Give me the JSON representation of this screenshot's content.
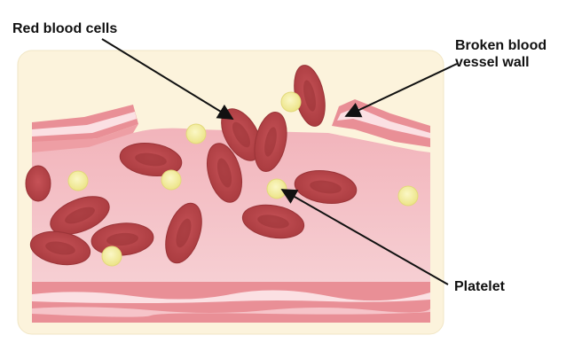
{
  "labels": {
    "red_blood_cells": "Red blood cells",
    "broken_wall_line1": "Broken blood",
    "broken_wall_line2": "vessel wall",
    "platelet": "Platelet"
  },
  "colors": {
    "background_panel": "#fcf3dc",
    "vessel_lumen": "#f2bcc2",
    "vessel_wall": "#e98f96",
    "wall_highlight": "#fbe0e3",
    "red_blood_cell": "#b84346",
    "red_blood_cell_dark": "#8e2d31",
    "platelet": "#f5efa0",
    "platelet_edge": "#d9cf6a",
    "arrow": "#111111"
  }
}
